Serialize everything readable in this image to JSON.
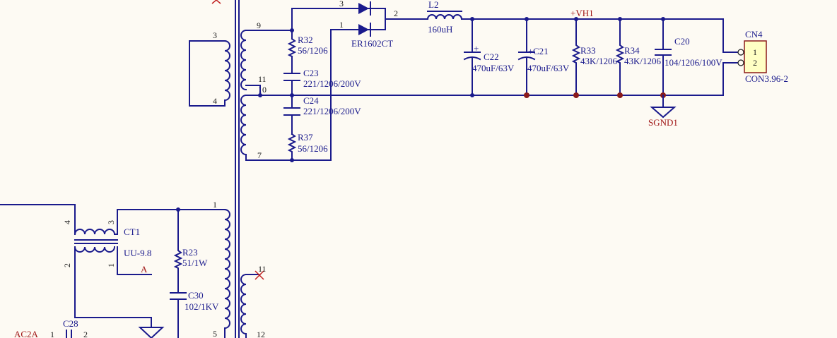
{
  "colors": {
    "wire": "#1a1a8c",
    "net_label": "#a01515",
    "background": "#fdfaf3",
    "connector_fill": "#ffffc4",
    "junction": "#8b1a1a"
  },
  "parts": {
    "d_pin_3": "3",
    "d_pin_1": "1",
    "d_pin_2": "2",
    "d_name": "ER1602CT",
    "l2_name": "L2",
    "l2_val": "160uH",
    "vh1": "+VH1",
    "c22_name": "C22",
    "c22_val": "470uF/63V",
    "c22_plus": "+",
    "c21_name": "C21",
    "c21_val": "470uF/63V",
    "c21_plus": "+",
    "r33_name": "R33",
    "r33_val": "43K/1206",
    "r34_name": "R34",
    "r34_val": "43K/1206",
    "c20_name": "C20",
    "c20_val": "104/1206/100V",
    "cn4_name": "CN4",
    "cn4_pin1": "1",
    "cn4_pin2": "2",
    "cn4_val": "CON3.96-2",
    "sgnd": "SGND1",
    "r32_name": "R32",
    "r32_val": "56/1206",
    "c23_name": "C23",
    "c23_val": "221/1206/200V",
    "c24_name": "C24",
    "c24_val": "221/1206/200V",
    "r37_name": "R37",
    "r37_val": "56/1206",
    "t_pin_9": "9",
    "t_pin_11": "11",
    "t_pin_10": "10",
    "t_pin_7": "7",
    "t_pin_3": "3",
    "t_pin_4": "4",
    "t_pin_1": "1",
    "t_pin_5": "5",
    "t_pin_11b": "11",
    "t_pin_12": "12",
    "ct1_name": "CT1",
    "ct1_val": "UU-9.8",
    "ct1_pin4": "4",
    "ct1_pin3": "3",
    "ct1_pin2": "2",
    "ct1_pin1": "1",
    "net_a": "A",
    "r23_name": "R23",
    "r23_val": "51/1W",
    "c30_name": "C30",
    "c30_val": "102/1KV",
    "c28_name": "C28",
    "ac2a": "AC2A",
    "ac_pin1": "1",
    "ac_pin2": "2"
  }
}
